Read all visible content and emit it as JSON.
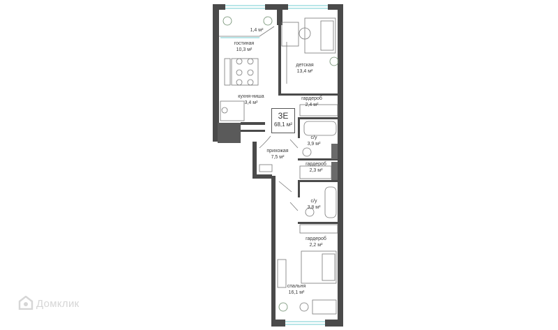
{
  "apartment": {
    "code": "3E",
    "total_area": "68,1 м²"
  },
  "rooms": [
    {
      "id": "balcony",
      "name": "",
      "area": "1,4 м²"
    },
    {
      "id": "living",
      "name": "гостиная",
      "area": "10,3 м²"
    },
    {
      "id": "kitchen",
      "name": "кухня-ниша",
      "area": "3,4 м²"
    },
    {
      "id": "kids",
      "name": "детская",
      "area": "13,4 м²"
    },
    {
      "id": "wardrobe1",
      "name": "гардероб",
      "area": "2,4 м²"
    },
    {
      "id": "bath1",
      "name": "с/у",
      "area": "3,9 м²"
    },
    {
      "id": "hall",
      "name": "прихожая",
      "area": "7,5 м²"
    },
    {
      "id": "wardrobe2",
      "name": "гардероб",
      "area": "2,3 м²"
    },
    {
      "id": "bath2",
      "name": "с/у",
      "area": "3,8 м²"
    },
    {
      "id": "wardrobe3",
      "name": "гардероб",
      "area": "2,2 м²"
    },
    {
      "id": "bedroom",
      "name": "спальня",
      "area": "16,1 м²"
    }
  ],
  "watermark": "Домклик",
  "colors": {
    "wall": "#4a4a4a",
    "window": "#8fd6d9",
    "line": "#777777"
  }
}
